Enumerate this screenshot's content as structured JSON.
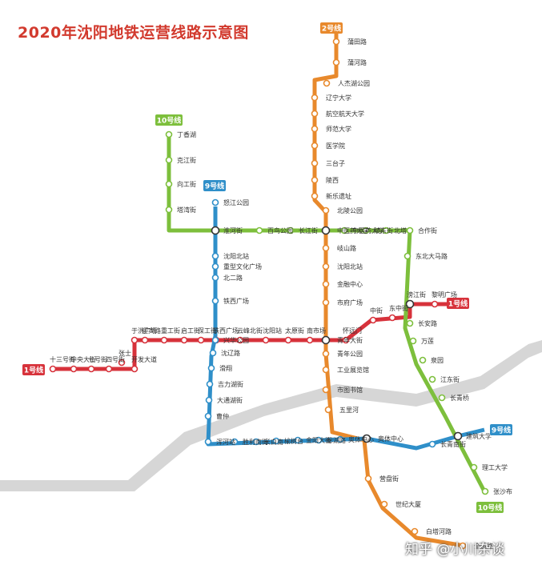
{
  "title": "2020年沈阳地铁运营线路示意图",
  "watermark": "知乎 @小川杂谈",
  "colors": {
    "line1": "#d7323b",
    "line2": "#e8892c",
    "line9": "#2f8fc9",
    "line10": "#7dbf3c",
    "river": "#d6d6d6"
  },
  "lines": [
    {
      "id": "line1",
      "label": "1号线",
      "color": "#d7323b"
    },
    {
      "id": "line2",
      "label": "2号线",
      "color": "#e8892c"
    },
    {
      "id": "line9",
      "label": "9号线",
      "color": "#2f8fc9"
    },
    {
      "id": "line10",
      "label": "10号线",
      "color": "#7dbf3c"
    }
  ],
  "stations": {
    "line2": [
      "蒲田路",
      "蒲河路",
      "人杰湖公园",
      "辽宁大学",
      "航空航天大学",
      "师范大学",
      "医学院",
      "三台子",
      "陵西",
      "新乐遗址",
      "北陵公园",
      "中医药大学",
      "岐山路",
      "沈阳北站",
      "金融中心",
      "市府广场",
      "青年大街",
      "青年公园",
      "工业展览馆",
      "市图书馆",
      "五里河",
      "奥体中心",
      "营盘街",
      "世纪大厦",
      "白塔河路",
      "全运路"
    ],
    "line1": [
      "十三号街",
      "中央大街",
      "七号街",
      "四号街",
      "张士",
      "开发大道",
      "于洪广场",
      "迎宾路",
      "重工街",
      "启工街",
      "保工街",
      "铁西广场",
      "云峰北街",
      "沈阳站",
      "太原街",
      "南市场",
      "青年大街",
      "怀远门",
      "中街",
      "东中街",
      "滂江街",
      "黎明广场"
    ],
    "line9": [
      "怒江公园",
      "淮河街",
      "沈阳北站",
      "重型文化广场",
      "北二路",
      "铁西广场",
      "兴华公园",
      "沈辽路",
      "滑翔",
      "吉力湖街",
      "大通湖街",
      "曹仲",
      "浑河站",
      "胜利南街",
      "长白南",
      "榆树台",
      "金阳大街",
      "彭湖路",
      "奥体中心",
      "朗日街",
      "长青南街",
      "建筑大学"
    ],
    "line10": [
      "丁香湖",
      "克江街",
      "向工街",
      "塔湾街",
      "淮河街",
      "百鸟公园",
      "长江街",
      "北陵公园",
      "中医药大学",
      "陵东街",
      "北塔",
      "合作街",
      "东北大马路",
      "滂江街",
      "长安路",
      "万莲",
      "泉园",
      "江东街",
      "长青桥",
      "长青南街",
      "理工大学",
      "张沙布"
    ]
  }
}
